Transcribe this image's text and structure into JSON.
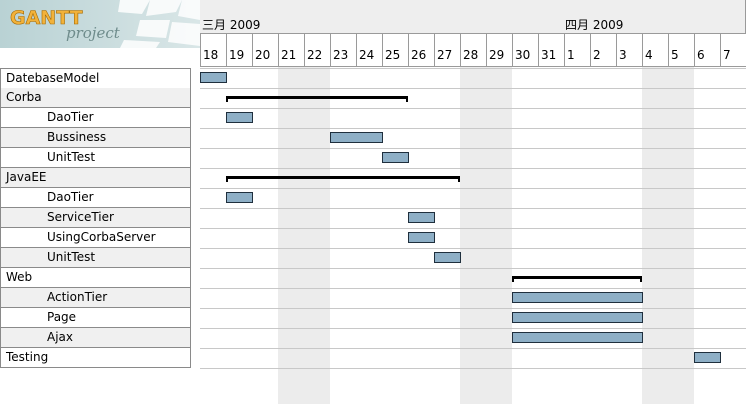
{
  "logo": {
    "brand": "GANTT",
    "sub": "project"
  },
  "months": [
    {
      "label": "三月 2009",
      "start_day_index": 0,
      "span": 14
    },
    {
      "label": "四月 2009",
      "start_day_index": 14,
      "span": 7
    }
  ],
  "days": [
    "18",
    "19",
    "20",
    "21",
    "22",
    "23",
    "24",
    "25",
    "26",
    "27",
    "28",
    "29",
    "30",
    "31",
    "1",
    "2",
    "3",
    "4",
    "5",
    "6",
    "7"
  ],
  "weekend_day_indices": [
    3,
    4,
    10,
    11,
    17,
    18
  ],
  "tasks": [
    {
      "name": "DatebaseModel",
      "level": 0,
      "type": "task",
      "start": 0,
      "duration": 1
    },
    {
      "name": "Corba",
      "level": 0,
      "type": "summary",
      "start": 1,
      "duration": 7
    },
    {
      "name": "DaoTier",
      "level": 1,
      "type": "task",
      "start": 1,
      "duration": 1
    },
    {
      "name": "Bussiness",
      "level": 1,
      "type": "task",
      "start": 5,
      "duration": 2
    },
    {
      "name": "UnitTest",
      "level": 1,
      "type": "task",
      "start": 7,
      "duration": 1
    },
    {
      "name": "JavaEE",
      "level": 0,
      "type": "summary",
      "start": 1,
      "duration": 9
    },
    {
      "name": "DaoTier",
      "level": 1,
      "type": "task",
      "start": 1,
      "duration": 1
    },
    {
      "name": "ServiceTier",
      "level": 1,
      "type": "task",
      "start": 8,
      "duration": 1
    },
    {
      "name": "UsingCorbaServer",
      "level": 1,
      "type": "task",
      "start": 8,
      "duration": 1
    },
    {
      "name": "UnitTest",
      "level": 1,
      "type": "task",
      "start": 9,
      "duration": 1
    },
    {
      "name": "Web",
      "level": 0,
      "type": "summary",
      "start": 12,
      "duration": 5
    },
    {
      "name": "ActionTier",
      "level": 1,
      "type": "task",
      "start": 12,
      "duration": 5
    },
    {
      "name": "Page",
      "level": 1,
      "type": "task",
      "start": 12,
      "duration": 5
    },
    {
      "name": "Ajax",
      "level": 1,
      "type": "task",
      "start": 12,
      "duration": 5
    },
    {
      "name": "Testing",
      "level": 0,
      "type": "task",
      "start": 19,
      "duration": 1
    }
  ],
  "colors": {
    "bar_fill": "#8eafc6",
    "bar_border": "#1f2f3d",
    "weekend": "#ececec",
    "header": "#eeeeee"
  }
}
